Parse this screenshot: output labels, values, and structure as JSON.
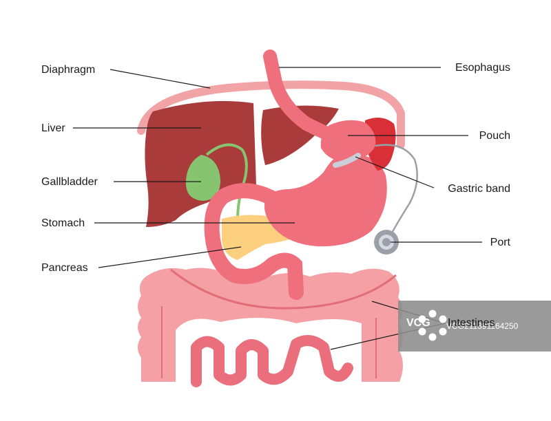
{
  "labels": {
    "diaphragm": "Diaphragm",
    "liver": "Liver",
    "gallbladder": "Gallbladder",
    "stomach": "Stomach",
    "pancreas": "Pancreas",
    "esophagus": "Esophagus",
    "pouch": "Pouch",
    "gastric_band": "Gastric band",
    "port": "Port",
    "intestines": "Intestines"
  },
  "watermark": {
    "brand": "VCG",
    "code": "VCG211391164250"
  },
  "colors": {
    "liver": "#a93b3a",
    "gallbladder": "#86c46f",
    "diaphragm": "#f2a3a6",
    "stomach": "#ef6f7c",
    "pouch_dark": "#d83036",
    "pancreas": "#fcd07e",
    "intestine": "#f4a0a4",
    "small_intestine": "#ea6e7b",
    "band": "#c9ced8",
    "port": "#9aa0a8",
    "watermark_bg": "#8c8c8c"
  }
}
